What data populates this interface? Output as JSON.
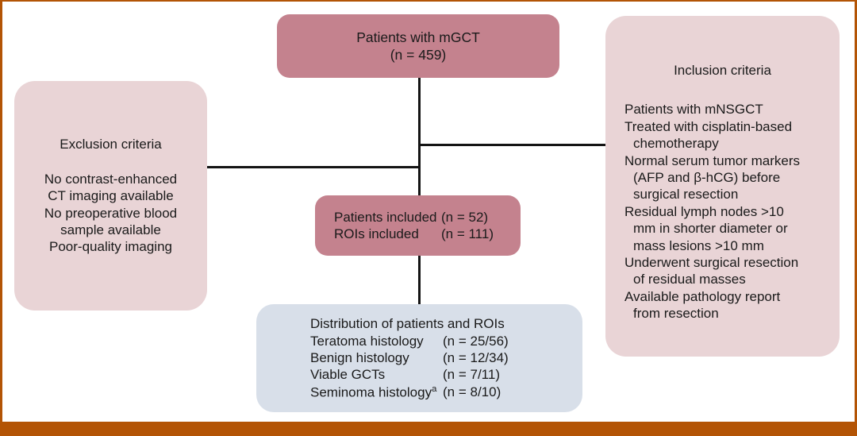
{
  "figure": {
    "frame_color": "#b35405",
    "palette": {
      "pink_dark": "#c4828e",
      "pink_light": "#e9d4d6",
      "blue_light": "#d8dfe9",
      "connector": "#141414"
    }
  },
  "top_node": {
    "line1": "Patients with mGCT",
    "line2": "(n = 459)"
  },
  "exclusion": {
    "title": "Exclusion criteria",
    "lines": [
      "No contrast-enhanced",
      "CT imaging available",
      "No preoperative blood",
      "sample available",
      "Poor-quality imaging"
    ]
  },
  "inclusion": {
    "title": "Inclusion criteria",
    "items": [
      {
        "main": "Patients with mNSGCT",
        "cont": []
      },
      {
        "main": "Treated with cisplatin-based",
        "cont": [
          "chemotherapy"
        ]
      },
      {
        "main": "Normal serum tumor markers",
        "cont": [
          "(AFP and β-hCG) before",
          "surgical resection"
        ]
      },
      {
        "main": "Residual lymph nodes >10",
        "cont": [
          "mm in shorter diameter or",
          "mass lesions >10 mm"
        ]
      },
      {
        "main": "Underwent surgical resection",
        "cont": [
          "of residual masses"
        ]
      },
      {
        "main": "Available pathology report",
        "cont": [
          "from resection"
        ]
      }
    ]
  },
  "included": {
    "rows": [
      {
        "label": "Patients included",
        "value": "(n = 52)"
      },
      {
        "label": "ROIs included",
        "value": "(n = 111)"
      }
    ]
  },
  "distribution": {
    "heading": "Distribution of patients and ROIs",
    "rows": [
      {
        "label": "Teratoma histology",
        "value": "(n =  25/56)",
        "sup": ""
      },
      {
        "label": "Benign histology",
        "value": "(n = 12/34)",
        "sup": ""
      },
      {
        "label": "Viable GCTs",
        "value": "(n = 7/11)",
        "sup": ""
      },
      {
        "label": "Seminoma histology",
        "value": "(n = 8/10)",
        "sup": "a"
      }
    ]
  }
}
